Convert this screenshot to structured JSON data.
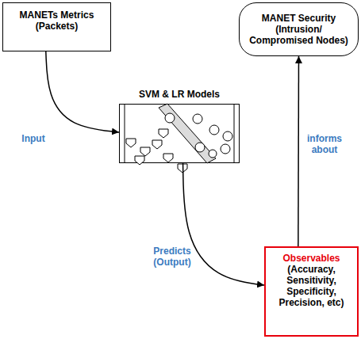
{
  "diagram": {
    "nodes": [
      {
        "text": [
          "MANETs Metrics (Packets)"
        ]
      },
      {
        "text": [
          "SVM & LR Models"
        ]
      },
      {
        "text": [
          "MANET Security (Intrusion/ Compromised Nodes)"
        ]
      },
      {
        "text": [
          "Observables",
          "(Accuracy, Sensitivity, Specificity, Precision, etc)"
        ]
      }
    ],
    "edges": [
      {
        "from": 0,
        "to": 1,
        "label": "Input",
        "arrow": "to"
      },
      {
        "from": 1,
        "to": 3,
        "label": "Predicts (Output)",
        "arrow": "to"
      },
      {
        "from": 3,
        "to": 2,
        "label": "informs about",
        "arrow": "to"
      }
    ]
  }
}
